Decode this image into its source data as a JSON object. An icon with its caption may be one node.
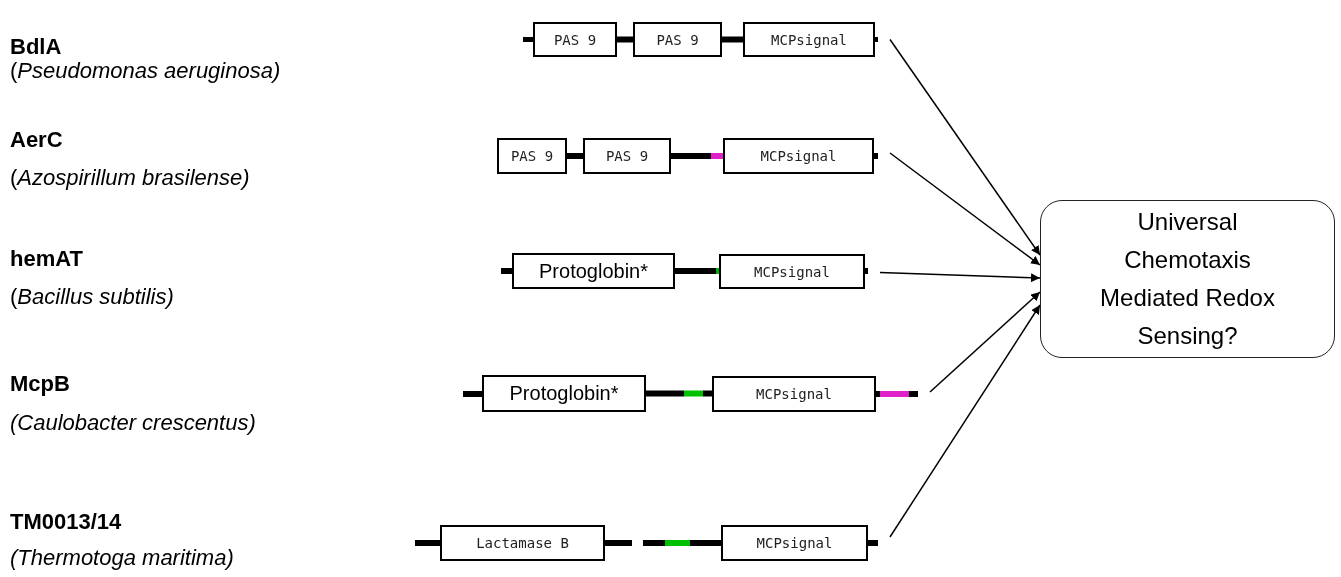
{
  "diagram": {
    "nodes": [
      {
        "text": [
          "PAS 9"
        ]
      },
      {
        "text": [
          "PAS 9"
        ]
      },
      {
        "text": [
          "MCPsignal"
        ]
      },
      {
        "text": [
          "PAS 9"
        ]
      },
      {
        "text": [
          "PAS 9"
        ]
      },
      {
        "text": [
          "MCPsignal"
        ]
      },
      {
        "text": [
          "Protoglobin*"
        ]
      },
      {
        "text": [
          "MCPsignal"
        ]
      },
      {
        "text": [
          "Protoglobin*"
        ]
      },
      {
        "text": [
          "MCPsignal"
        ]
      },
      {
        "text": [
          "Lactamase B"
        ]
      },
      {
        "text": [
          "MCPsignal"
        ]
      },
      {
        "text": [
          "Universal Chemotaxis Mediated Redox Sensing?"
        ]
      }
    ],
    "edges": [
      {
        "from": 2,
        "to": 12,
        "arrow": "to"
      },
      {
        "from": 5,
        "to": 12,
        "arrow": "to"
      },
      {
        "from": 7,
        "to": 12,
        "arrow": "to"
      },
      {
        "from": 9,
        "to": 12,
        "arrow": "to"
      },
      {
        "from": 11,
        "to": 12,
        "arrow": "to"
      },
      {
        "from": 0,
        "to": 1,
        "arrow": "none",
        "style": "thick"
      },
      {
        "from": 1,
        "to": 2,
        "arrow": "none",
        "style": "thick"
      },
      {
        "from": 3,
        "to": 4,
        "arrow": "none",
        "style": "thick"
      },
      {
        "from": 4,
        "to": 5,
        "arrow": "none",
        "style": "thick"
      },
      {
        "from": 6,
        "to": 7,
        "arrow": "none",
        "style": "thick"
      },
      {
        "from": 8,
        "to": 9,
        "arrow": "none",
        "style": "thick"
      }
    ],
    "labels": [
      "BdlA",
      "(*Pseudomonas aeruginosa)*",
      "AerC",
      "(*Azospirillum brasilense)*",
      "hemAT",
      "(*Bacillus subtilis)*",
      "McpB",
      "*(Caulobacter crescentus)*",
      "TM0013/14",
      "*(Thermotoga maritima)*"
    ]
  }
}
